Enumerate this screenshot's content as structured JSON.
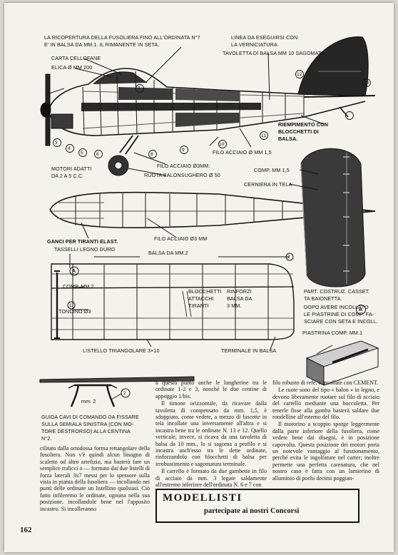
{
  "labels": {
    "top1": "LA RICOPERTURA DELLA FUSOLIERA FINO ALL'ORDINATA N°7",
    "top2": "E' IN BALSA DA mm.1. IL RIMANENTE IN SETA.",
    "cellophane": "CARTA CELLOFANE",
    "elica": "ELICA Ø mm 200",
    "linea1": "LINEA DA ESEGUIRSI CON",
    "linea2": "LA VERNICIATURA",
    "tavoletta": "TAVOLETTA DI BALSA mm 10 SAGOMATA",
    "riemp1": "RIEMPIMENTO CON",
    "riemp2": "BLOCCHETTI DI",
    "riemp3": "BALSA.",
    "filo15": "FILO ACCIAIO Ø mm 1,5",
    "filo3a": "FILO ACCIAIO Ø3mm.",
    "motori1": "MOTORI ADATTI",
    "motori2": "DA 2 A 5 C.C.",
    "ruota": "RUOTA BALONSUGHERO Ø 50",
    "comp15": "COMP. mm 1,5",
    "cerniera": "CERNIERA IN TELA",
    "ganci": "GANCI PER TIRANTI ELAST.",
    "filo3b": "FILO ACCIAIO Ø3 mm",
    "tasselli": "TASSELLI LEGNO DURO",
    "balsa2": "BALSA DA mm.2",
    "compmm2": "COMP. mm.2",
    "tondino": "TONDINO Ø3",
    "blocchetti1": "BLOCCHETTI",
    "blocchetti2": "ATTACCHI",
    "blocchetti3": "TIRANTI",
    "rinforzi1": "RINFORZI",
    "rinforzi2": "BALSA DA",
    "rinforzi3": "3 mm.",
    "part1": "PART. COSTRUZ. CASSET.",
    "part2": "TA BAIONETTA",
    "part3": "DOPO AVERE INCOLLATO",
    "part4": "LE PIASTRINE DI COMP. FA-",
    "part5": "SCIARE CON SETA E INCOLL.",
    "piastrina": "PIASTRINA COMP. mm.1",
    "listello": "LISTELLO TRIANGOLARE 3×10",
    "terminale": "TERMINALE IN BALSA",
    "mm2": "mm. 2",
    "guida1": "GUIDA CAVI DI COMANDO DA FISSARE",
    "guida2": "SULLA SEMIALA SINISTRA (CON MO-",
    "guida3": "TORE DESTRORSO) ALLA CENTINA",
    "guida4": "N°2.",
    "circA": "A"
  },
  "numbers": [
    "1",
    "2",
    "3",
    "4",
    "5",
    "6",
    "7",
    "8",
    "9",
    "10",
    "11",
    "12",
    "13"
  ],
  "article": {
    "col1": [
      "cilitato dalla ortodossa forma rettangolare della fusoliera. Non v'è quindi alcun bisogno di scaletto od altro artefizio, ma basterà fare un semplice tralicci o — formato dai due listelli di forza laterali 3x7 messi per lo spessore sulla vista in pianta della fusoliera — incollando nei punti delle ordinate un listellino qualsiasi. Ciò fatto infileremo le ordinate, ognuna nella sua posizione, incollandole bene nel l'apposito incastro. Si incolleranno"
    ],
    "col2": [
      "a questo punto anche le lungherine tra le ordinate 1-2 e 3, nonché le due centine di appoggio 1/bis.",
      "Il timone orizzontale, da ricavare dalla tavoletta di compensato da mm. 1,5, è sdoppiato, come vedete, a mezzo di fascette in tela incollate una inversamente all'altra e si incastra bene tra le ordinate N. 13 e 12. Quello verticale, invece, si ricava da una tavoletta di balsa da 10 mm., lo si sagoma a profilo e si incastra anch'esso tra le dette ordinate, rinforzandolo con blocchetti di balsa per irrobustimento e sagomatura terminale.",
      "Il carrello è formato da due gambette in filo di acciaio da mm. 3 legate saldamente all'estremo inferiore dell'ordinata N. 6 e 7 con"
    ],
    "col3": [
      "filo robusto di refe, e incollate con CEMENT.",
      "Le ruote sono del tipo « balon » in legno, e devono liberamente ruotare sul filo di acciaio del carrello mediante una boccoletta. Per tenerle fisse alla gamba basterà saldare due rondelline all'esterno del filo.",
      "Il motorino a scoppio sporge leggermente dalla parte inferiore della fusoliera, come vedete bene dai disegni, è in posizione capovolta. Questa posizione dei motori porta un notevole vantaggio al funzionamento, perché evita le ingolfature nel carter; inoltre permette una perfetta carenatura, che nel nostro caso è fatta con un lamierino di alluminio di pochi decimi poggian-"
    ]
  },
  "banner": {
    "title": "MODELLISTI",
    "subtitle": "partecipate ai nostri Concorsi"
  },
  "page_number": "162"
}
